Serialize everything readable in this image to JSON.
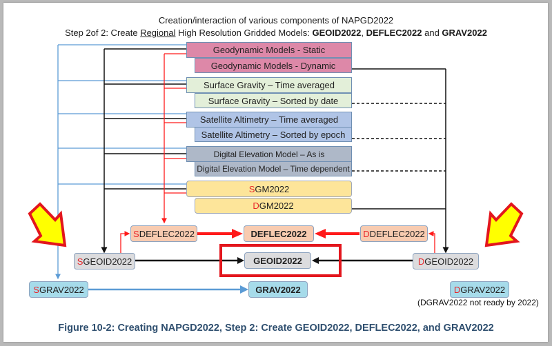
{
  "header": {
    "title_line1": "Creation/interaction of various components of NAPGD2022",
    "title_line2_prefix": "Step 2of 2:  Create ",
    "title_line2_underlined": "Regional",
    "title_line2_mid": " High Resolution Gridded Models: ",
    "title_line2_bold1": "GEOID2022",
    "title_line2_sep1": ", ",
    "title_line2_bold2": "DEFLEC2022",
    "title_line2_sep2": " and ",
    "title_line2_bold3": "GRAV2022"
  },
  "input_boxes": [
    {
      "label": "Geodynamic Models - Static",
      "color": "#dd88a8"
    },
    {
      "label": "Geodynamic Models - Dynamic",
      "color": "#dd88a8"
    },
    {
      "label": "Surface Gravity – Time averaged",
      "color": "#e3efd9"
    },
    {
      "label": "Surface Gravity – Sorted by date",
      "color": "#e3efd9"
    },
    {
      "label": "Satellite Altimetry – Time averaged",
      "color": "#b0c4e6"
    },
    {
      "label": "Satellite Altimetry – Sorted by epoch",
      "color": "#b0c4e6"
    },
    {
      "label": "Digital Elevation Model – As is",
      "color": "#aeb8c8"
    },
    {
      "label": "Digital Elevation Model – Time dependent",
      "color": "#aeb8c8"
    }
  ],
  "gm_boxes": {
    "sgm": {
      "prefix": "S",
      "rest": "GM2022"
    },
    "dgm": {
      "prefix": "D",
      "rest": "GM2022"
    }
  },
  "nodes": {
    "sdeflec": {
      "prefix": "S",
      "rest": "DEFLEC2022"
    },
    "deflec": {
      "label": "DEFLEC2022"
    },
    "ddeflec": {
      "prefix": "D",
      "rest": "DEFLEC2022"
    },
    "sgeoid": {
      "prefix": "S",
      "rest": "GEOID2022"
    },
    "geoid": {
      "label": "GEOID2022"
    },
    "dgeoid": {
      "prefix": "D",
      "rest": "GEOID2022"
    },
    "sgrav": {
      "prefix": "S",
      "rest": "GRAV2022"
    },
    "grav": {
      "label": "GRAV2022"
    },
    "dgrav": {
      "prefix": "D",
      "rest": "GRAV2022"
    }
  },
  "dgrav_note": "(DGRAV2022 not ready by 2022)",
  "caption": "Figure 10-2:  Creating NAPGD2022, Step 2:  Create GEOID2022, DEFLEC2022, and GRAV2022",
  "colors": {
    "blue_line": "#5b9bd5",
    "red_line": "#ff1a1a",
    "highlight_border": "#e3161d",
    "arrow_fill": "#ffff00",
    "caption": "#2f4f6f"
  }
}
